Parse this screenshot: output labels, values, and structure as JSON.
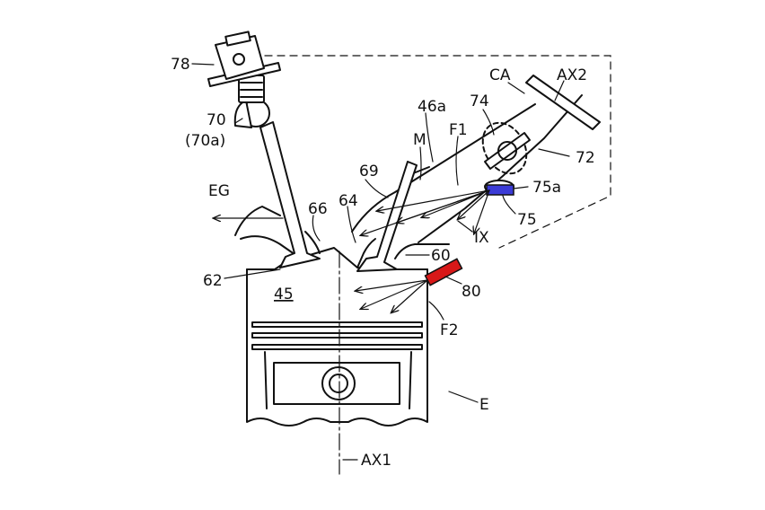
{
  "labels": {
    "n78": "78",
    "n70": "70",
    "n70a": "(70a)",
    "eg": "EG",
    "n66": "66",
    "n64": "64",
    "n69": "69",
    "m": "M",
    "n46a": "46a",
    "f1": "F1",
    "n74": "74",
    "ca": "CA",
    "ax2": "AX2",
    "n72": "72",
    "n75a": "75a",
    "n75": "75",
    "ix": "IX",
    "n60": "60",
    "n80": "80",
    "n62": "62",
    "n45": "45",
    "f2": "F2",
    "e": "E",
    "ax1": "AX1"
  },
  "colors": {
    "injector_75": "#3b3bd6",
    "injector_80": "#d81818",
    "line": "#111111"
  }
}
